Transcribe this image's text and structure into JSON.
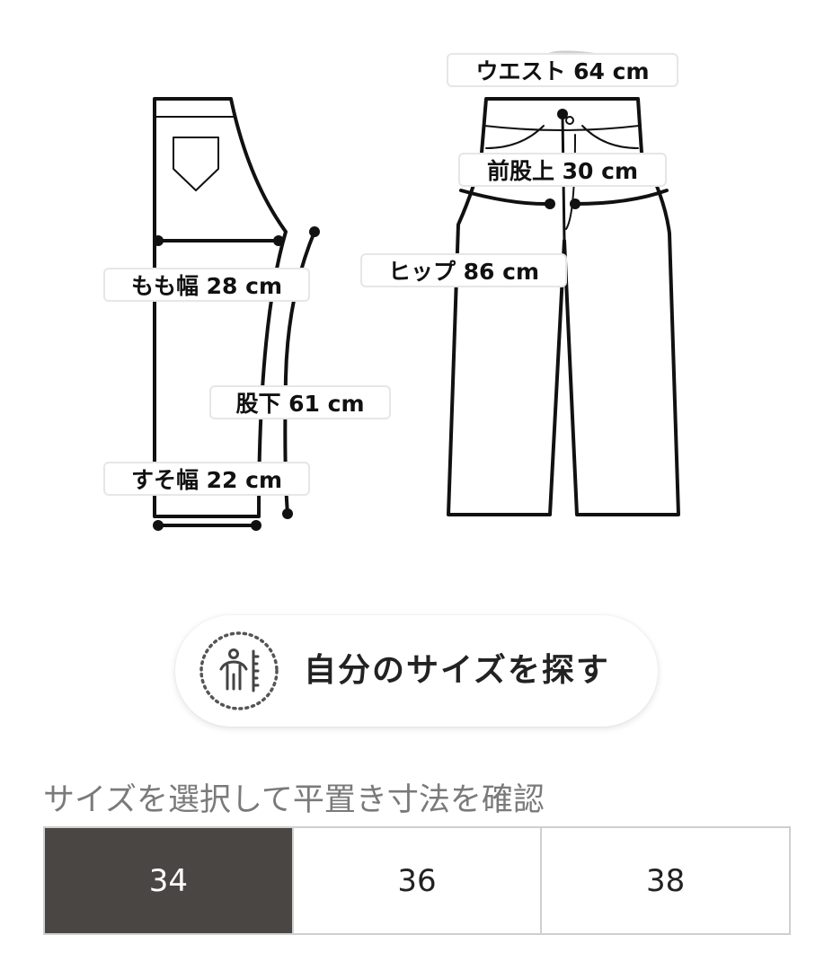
{
  "labels": {
    "waist": "ウエスト 64 cm",
    "front_rise": "前股上 30 cm",
    "hip": "ヒップ 86 cm",
    "thigh": "もも幅 28 cm",
    "inseam": "股下 61 cm",
    "hem": "すそ幅 22 cm"
  },
  "find_size_button": {
    "label": "自分のサイズを探す",
    "icon": "person-measure-icon"
  },
  "size_selector": {
    "heading": "サイズを選択して平置き寸法を確認",
    "options": [
      "34",
      "36",
      "38"
    ],
    "selected": "34",
    "selected_color": "#4a4643"
  }
}
